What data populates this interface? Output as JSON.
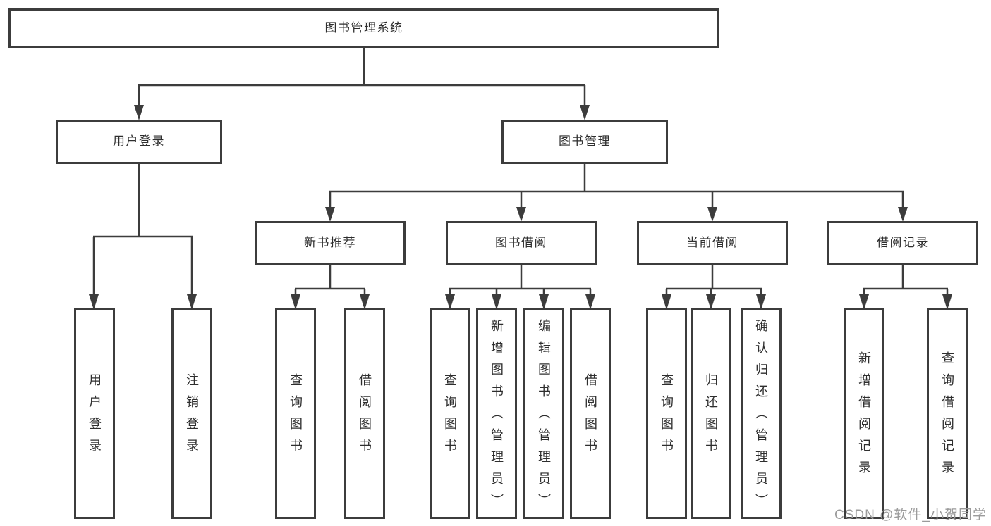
{
  "diagram_type": "hierarchy-tree",
  "colors": {
    "line": "#3c3c3c",
    "box_border": "#3c3c3c",
    "box_fill": "#ffffff",
    "text": "#2e2e2e",
    "watermark": "#9b9b9b",
    "background": "#ffffff"
  },
  "watermark": "CSDN @软件_小贺同学",
  "tree": {
    "root": {
      "label": "图书管理系统",
      "children": [
        {
          "label": "用户登录",
          "children": [
            {
              "label": "用户登录"
            },
            {
              "label": "注销登录"
            }
          ]
        },
        {
          "label": "图书管理",
          "children": [
            {
              "label": "新书推荐",
              "children": [
                {
                  "label": "查询图书"
                },
                {
                  "label": "借阅图书"
                }
              ]
            },
            {
              "label": "图书借阅",
              "children": [
                {
                  "label": "查询图书"
                },
                {
                  "label": "新增图书（管理员）"
                },
                {
                  "label": "编辑图书（管理员）"
                },
                {
                  "label": "借阅图书"
                }
              ]
            },
            {
              "label": "当前借阅",
              "children": [
                {
                  "label": "查询图书"
                },
                {
                  "label": "归还图书"
                },
                {
                  "label": "确认归还（管理员）"
                }
              ]
            },
            {
              "label": "借阅记录",
              "children": [
                {
                  "label": "新增借阅记录"
                },
                {
                  "label": "查询借阅记录"
                }
              ]
            }
          ]
        }
      ]
    }
  }
}
